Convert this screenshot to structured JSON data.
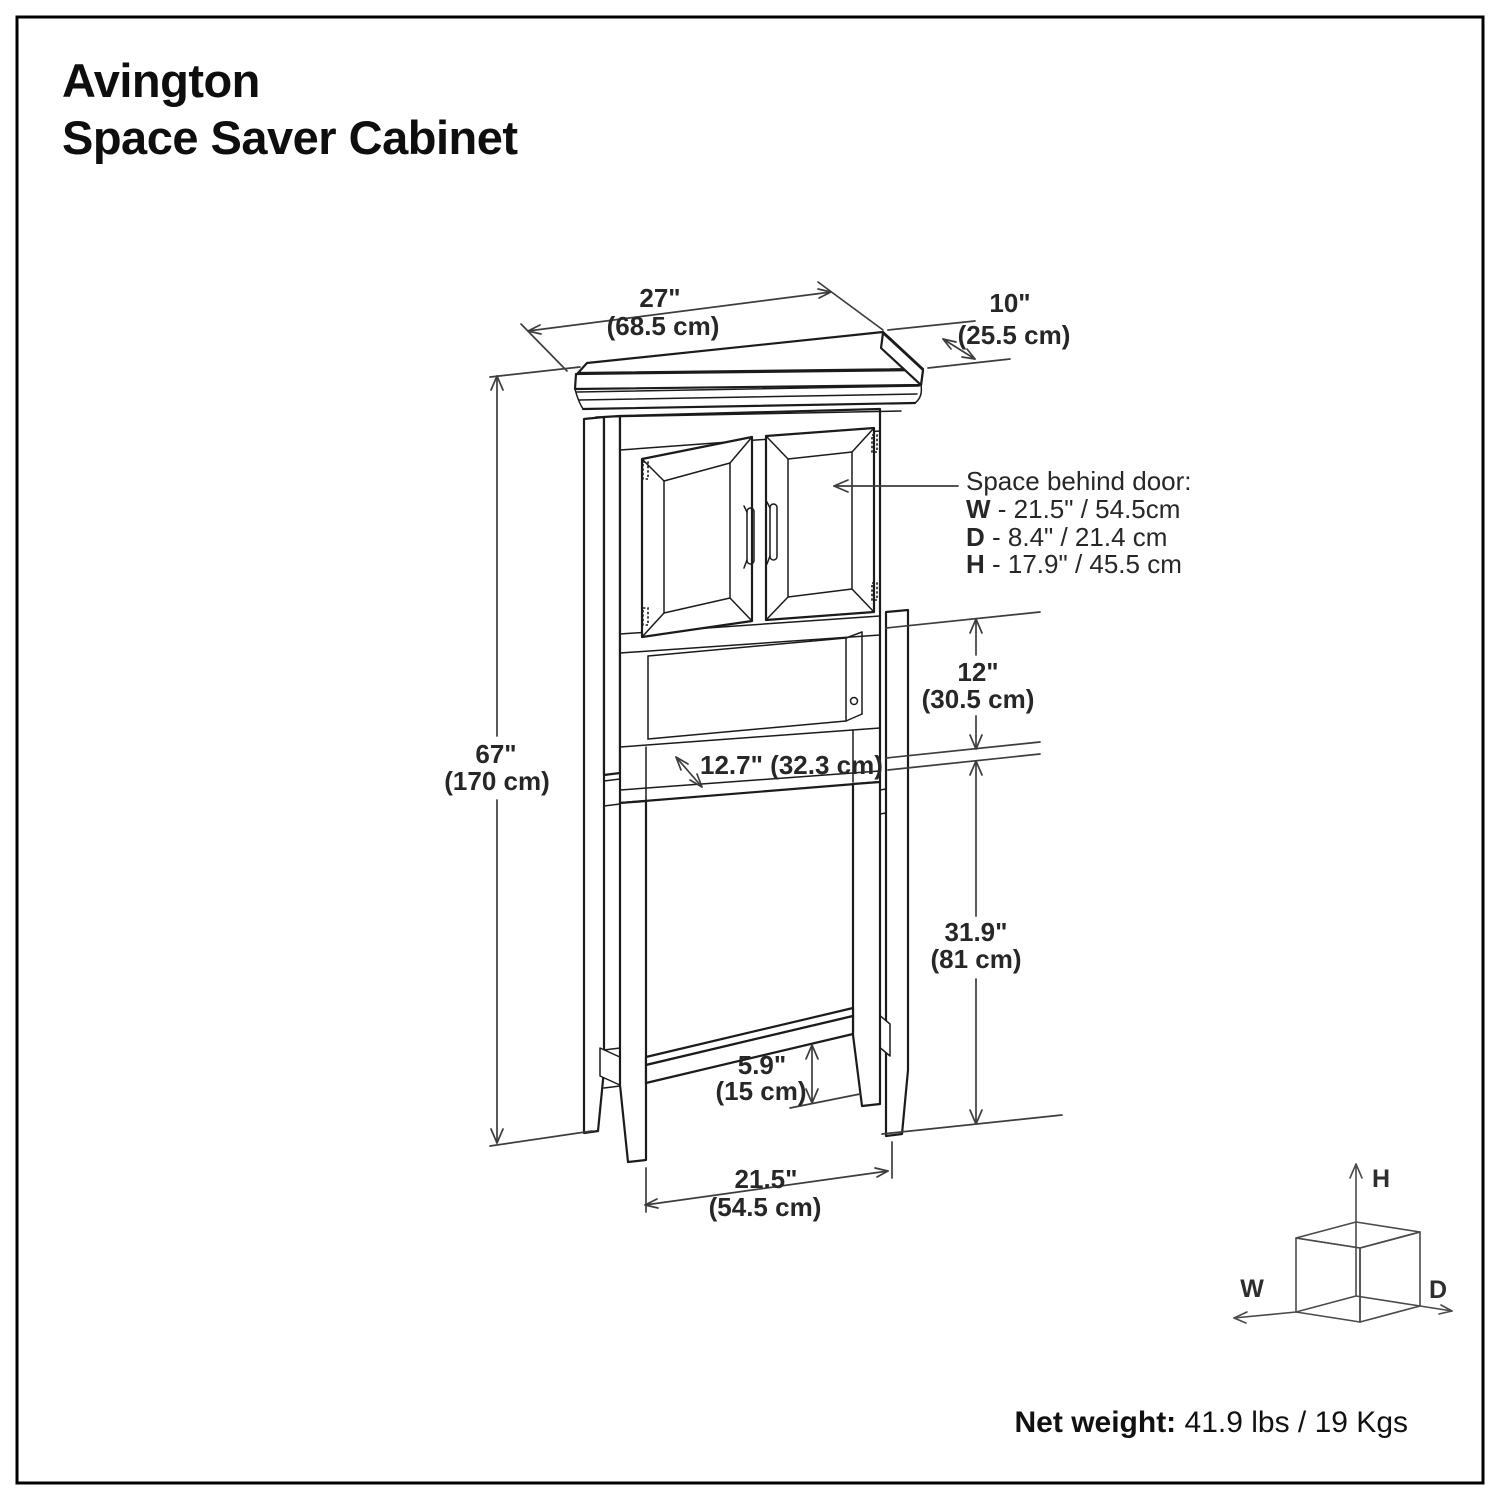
{
  "title": {
    "line1": "Avington",
    "line2": "Space Saver Cabinet"
  },
  "dims": {
    "top_width": {
      "in": "27\"",
      "cm": "(68.5 cm)"
    },
    "top_depth": {
      "in": "10\"",
      "cm": "(25.5 cm)"
    },
    "open_space": {
      "in": "12\"",
      "cm": "(30.5 cm)"
    },
    "shelf_depth": {
      "text": "12.7\" (32.3 cm)"
    },
    "height": {
      "in": "67\"",
      "cm": "(170 cm)"
    },
    "clearance": {
      "in": "31.9\"",
      "cm": "(81 cm)"
    },
    "stretcher": {
      "in": "5.9\"",
      "cm": "(15 cm)"
    },
    "base_width": {
      "in": "21.5\"",
      "cm": "(54.5 cm)"
    }
  },
  "space_behind_door": {
    "heading": "Space behind door:",
    "w_label": "W",
    "w_value": " - 21.5\" / 54.5cm",
    "d_label": "D",
    "d_value": " - 8.4\" / 21.4 cm",
    "h_label": "H",
    "h_value": " - 17.9\" / 45.5 cm"
  },
  "axis_cube": {
    "h": "H",
    "w": "W",
    "d": "D"
  },
  "footer": {
    "label": "Net weight:",
    "value": " 41.9 lbs / 19 Kgs"
  },
  "colors": {
    "ink": "#1b1b1b",
    "dim_line": "#3d3d3d",
    "background": "#ffffff"
  }
}
